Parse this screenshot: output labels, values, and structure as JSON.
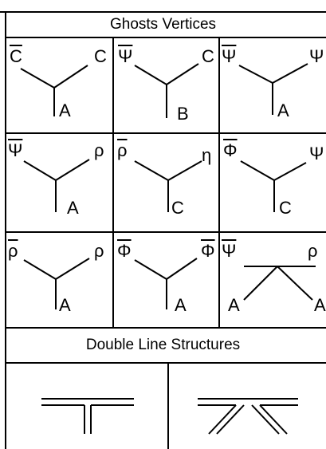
{
  "sections": {
    "ghosts_title": "Ghosts Vertices",
    "double_line_title": "Double Line Structures"
  },
  "vertices": [
    {
      "tl": "C",
      "tl_bar": true,
      "tr": "C",
      "tr_bar": false,
      "b": "A"
    },
    {
      "tl": "Ψ",
      "tl_bar": true,
      "tr": "C",
      "tr_bar": false,
      "b": "B"
    },
    {
      "tl": "Ψ",
      "tl_bar": true,
      "tr": "Ψ",
      "tr_bar": false,
      "b": "A"
    },
    {
      "tl": "Ψ",
      "tl_bar": true,
      "tr": "ρ",
      "tr_bar": false,
      "b": "A"
    },
    {
      "tl": "ρ",
      "tl_bar": true,
      "tr": "η",
      "tr_bar": false,
      "b": "C"
    },
    {
      "tl": "Φ",
      "tl_bar": true,
      "tr": "Ψ",
      "tr_bar": false,
      "b": "C"
    },
    {
      "tl": "ρ",
      "tl_bar": true,
      "tr": "ρ",
      "tr_bar": false,
      "b": "A"
    },
    {
      "tl": "Φ",
      "tl_bar": true,
      "tr": "Φ",
      "tr_bar": true,
      "b": "A"
    }
  ],
  "four_vertex": {
    "tl": "Ψ",
    "tl_bar": true,
    "tr": "ρ",
    "bl": "A",
    "br": "A"
  }
}
